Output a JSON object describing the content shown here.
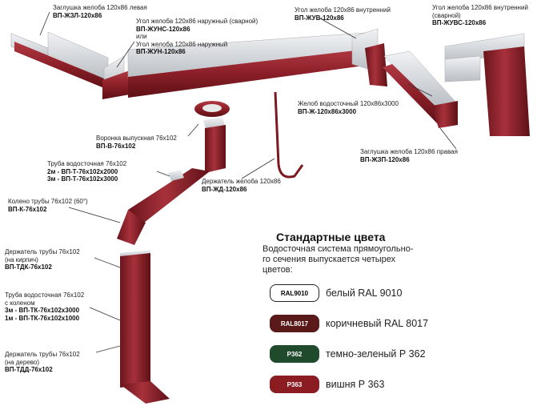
{
  "labels": {
    "plug_left": {
      "name": "Заглушка желоба 120х86 левая",
      "code": "ВП-ЖЗЛ-120х86"
    },
    "corner_outer": {
      "name": "Угол желоба 120х86 наружный (сварной)",
      "code": "ВП-ЖУНС-120х86",
      "or": "или",
      "name2": "Угол желоба 120х86 наружный",
      "code2": "ВП-ЖУН-120х86"
    },
    "corner_inner": {
      "name": "Угол желоба 120х86 внутренний",
      "code": "ВП-ЖУВ-120х86"
    },
    "corner_inner_weld": {
      "name": "Угол желоба 120х86 внутренний",
      "desc": "(сварной)",
      "code": "ВП-ЖУВС-120х86"
    },
    "gutter": {
      "name": "Желоб водосточный 120х86х3000",
      "code": "ВП-Ж-120х86х3000"
    },
    "funnel": {
      "name": "Воронка выпускная 76х102",
      "code": "ВП-В-76х102"
    },
    "plug_right": {
      "name": "Заглушка желоба 120х86 правая",
      "code": "ВП-ЖЗП-120х86"
    },
    "pipe": {
      "name": "Труба водосточная 76х102",
      "code": "2м - ВП-Т-76х102х2000",
      "code2": "3м - ВП-Т-76х102х3000"
    },
    "bracket_gutter": {
      "name": "Держатель желоба 120х86",
      "code": "ВП-ЖД-120х86"
    },
    "elbow": {
      "name": "Колено трубы 76х102 (60°)",
      "code": "ВП-К-76х102"
    },
    "holder_brick": {
      "name": "Держатель трубы 76х102",
      "desc": "(на кирпич)",
      "code": "ВП-ТДК-76х102"
    },
    "pipe_knee": {
      "name": "Труба водосточная 76х102",
      "desc": "с коленом",
      "code": "3м - ВП-ТК-76х102х3000",
      "code2": "1м - ВП-ТК-76х102х1000"
    },
    "holder_wood": {
      "name": "Держатель трубы 76х102",
      "desc": "(на дерево)",
      "code": "ВП-ТДД-76х102"
    }
  },
  "legend": {
    "title": "Стандартные цвета",
    "desc": [
      "Водосточная система прямоугольно-",
      "го сечения выпускается четырех",
      "цветов:"
    ],
    "colors": [
      {
        "code": "RAL9010",
        "name": "белый  RAL 9010",
        "hex": "#ffffff",
        "text_hex": "#000000"
      },
      {
        "code": "RAL8017",
        "name": "коричневый RAL 8017",
        "hex": "#5a1a1a",
        "text_hex": "#ffffff"
      },
      {
        "code": "P362",
        "name": "темно-зеленый Р 362",
        "hex": "#1f4a2c",
        "text_hex": "#ffffff"
      },
      {
        "code": "P363",
        "name": "вишня Р 363",
        "hex": "#8a1c22",
        "text_hex": "#ffffff"
      }
    ]
  },
  "colors": {
    "product": "#8c1f28",
    "product_dark": "#6a141b",
    "metal": "#d9dde1"
  }
}
